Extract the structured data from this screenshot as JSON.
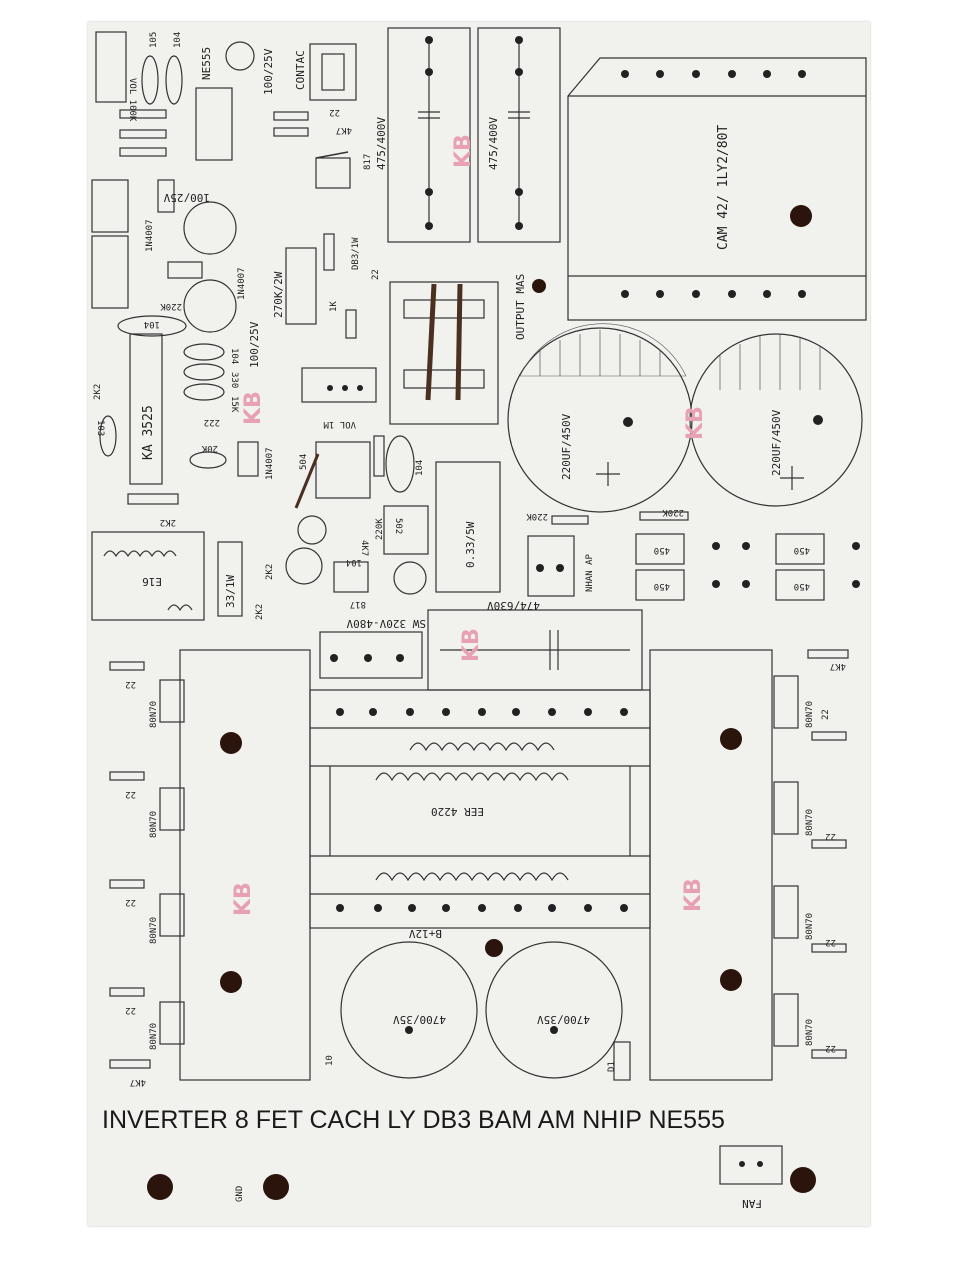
{
  "board": {
    "title": "INVERTER 8 FET CACH LY DB3 BAM AM NHIP NE555",
    "brand_mark": "KB",
    "colors": {
      "board": "#f1f1ee",
      "silkscreen": "#333333",
      "brand": "#e7a0b4",
      "holes": "#2a140c"
    }
  },
  "labels": {
    "ne555": "NE555",
    "c100_25v_top": "100/25V",
    "contac": "CONTAC",
    "c105": "105",
    "c104_top": "104",
    "vol100k": "VOL 100K",
    "r22_top": "22",
    "r4k7_top": "4K7",
    "opto_817_top": "817",
    "cap_475_a": "475/400V",
    "cap_475_b": "475/400V",
    "cam": "CAM 42/ 1LY2/80T",
    "n1n4007_a": "1N4007",
    "c100_25v_a": "100/25V",
    "r220k_a": "220K",
    "c104_a": "104",
    "n1n4007_b": "1N4007",
    "c100_25v_b": "100/25V",
    "r270k": "270K/2W",
    "r1k": "1K",
    "db3": "DB3/1W",
    "r22_mid": "22",
    "output_mas": "OUTPUT MAS",
    "c220uf_a": "220UF/450V",
    "c220uf_b": "220UF/450V",
    "ka3525": "KA 3525",
    "r2k2_a": "2K2",
    "c104_b": "104",
    "r330": "330",
    "r15k": "15K",
    "r222": "222",
    "r20k": "20K",
    "r2k2_b": "2K2",
    "n1n4007_c": "1N4007",
    "vol1m": "VOL 1M",
    "r504": "504",
    "c104_c": "104",
    "r033": "0.33/5W",
    "r2k2_c": "2K2",
    "r220k_b": "220K",
    "r220k_c": "220K",
    "c103": "103",
    "r4k7_b": "4K7",
    "r220k_d": "220K",
    "s502": "502",
    "c104_d": "104",
    "r817": "817",
    "e16": "E16",
    "r33_1w": "33/1W",
    "r2k2_d": "2K2",
    "sw": "SW 320V-480V",
    "c474": "474/630V",
    "nhan_ap": "NHAN AP",
    "d450_a": "450",
    "d450_b": "450",
    "d450_c": "450",
    "d450_d": "450",
    "d_r220k": "220K",
    "eer": "EER 4220",
    "b12v": "B+12V",
    "c4700_a": "4700/35V",
    "c4700_b": "4700/35V",
    "r10": "10",
    "d1": "D1",
    "gnd": "GND",
    "fan": "FAN",
    "fet": "80N70",
    "r22": "22",
    "r4k7": "4K7"
  }
}
